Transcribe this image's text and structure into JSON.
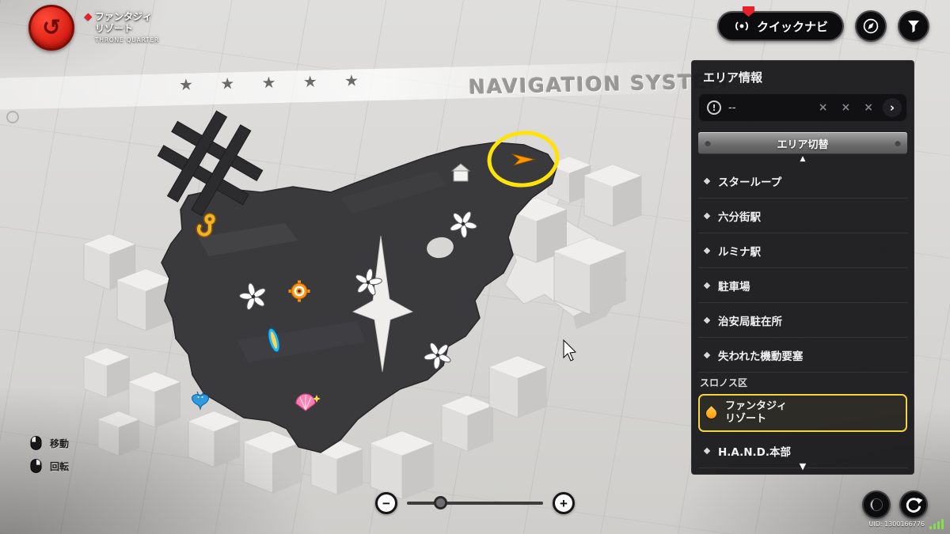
{
  "header": {
    "back_icon": "↺",
    "location": {
      "title_line1": "ファンタジィ",
      "title_line2": "リゾート",
      "subtitle": "THRONE QUARTER"
    },
    "quick_navi_label": "クイックナビ"
  },
  "decor": {
    "stars": "★ ★ ★ ★ ★",
    "watermark": "NAVIGATION SYSTEM"
  },
  "panel": {
    "title": "エリア情報",
    "status": {
      "info_icon": "!",
      "value": "--",
      "marks": [
        "×",
        "×",
        "×"
      ],
      "chevron": "›"
    },
    "switch_label": "エリア切替",
    "scroll_up_icon": "▲",
    "scroll_down_icon": "▼",
    "items": [
      {
        "label": "スターループ"
      },
      {
        "label": "六分街駅"
      },
      {
        "label": "ルミナ駅"
      },
      {
        "label": "駐車場"
      },
      {
        "label": "治安局駐在所"
      },
      {
        "label": "失われた機動要塞"
      }
    ],
    "district": "スロノス区",
    "selected": {
      "line1": "ファンタジィ",
      "line2": "リゾート"
    },
    "items_after": [
      {
        "label": "H.A.N.D.本部"
      }
    ]
  },
  "map": {
    "markers": [
      "player-marker",
      "highlight-circle",
      "pinwheel",
      "pinwheel",
      "pinwheel",
      "pinwheel",
      "ride-target",
      "crane-hook",
      "surfboard",
      "shell",
      "manta-ride",
      "small-structure"
    ]
  },
  "legend": {
    "move": "移動",
    "rotate": "回転"
  },
  "zoom": {
    "minus": "−",
    "plus": "+"
  },
  "footer": {
    "uid": "UID: 1300166776"
  },
  "colors": {
    "accent_yellow": "#ffe20a",
    "marker_orange": "#ff9500",
    "logo_red": "#e62129",
    "panel_bg": "#17171b"
  }
}
